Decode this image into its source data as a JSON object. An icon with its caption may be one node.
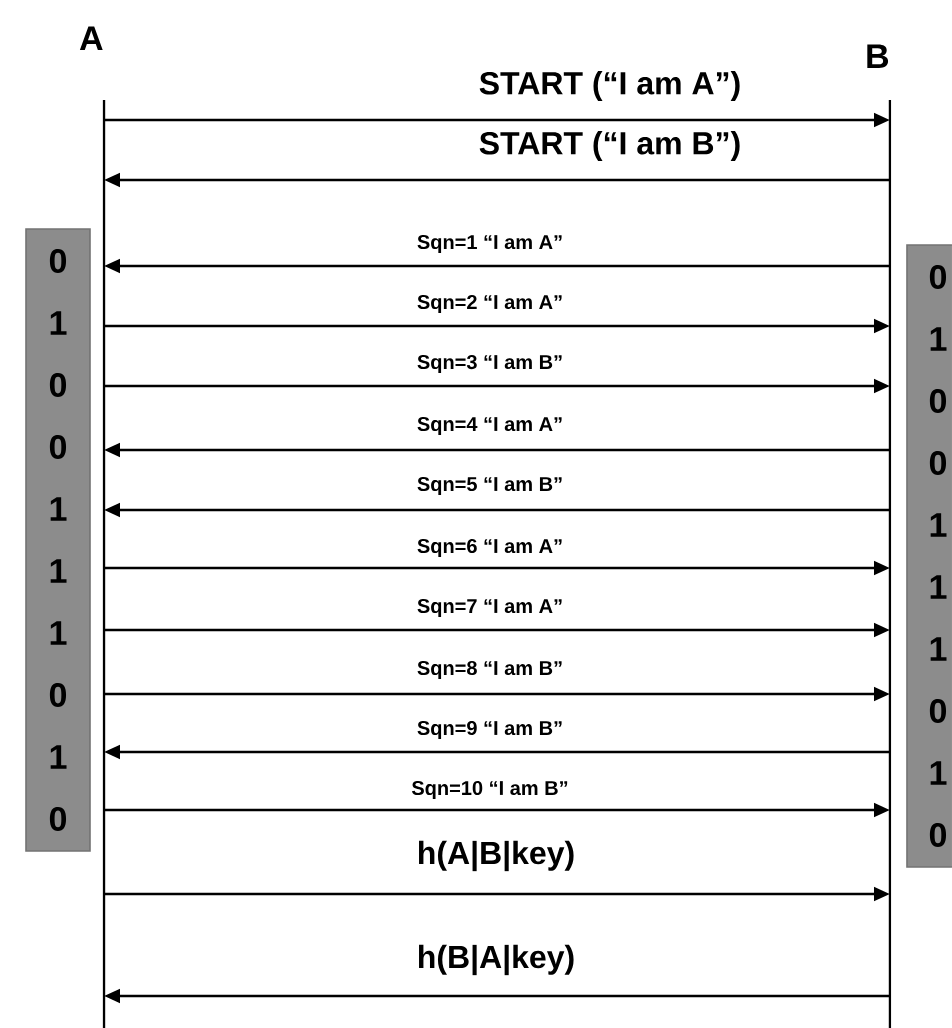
{
  "diagram": {
    "nodes": [
      {
        "text": [
          "A"
        ]
      },
      {
        "text": [
          "B"
        ]
      },
      {
        "text": [
          "0 1 0 0 1 1 1 0 1 0"
        ]
      },
      {
        "text": [
          "0 1 0 0 1 1 1 0 1 0"
        ]
      }
    ],
    "edges": [
      {
        "from": 0,
        "to": 1,
        "arrow": "to",
        "label": "START (“I am A”)"
      },
      {
        "from": 1,
        "to": 0,
        "arrow": "to",
        "label": "START (“I am B”)"
      },
      {
        "from": 1,
        "to": 0,
        "arrow": "to",
        "label": "Sqn=1 “I am A”"
      },
      {
        "from": 0,
        "to": 1,
        "arrow": "to",
        "label": "Sqn=2 “I am A”"
      },
      {
        "from": 0,
        "to": 1,
        "arrow": "to",
        "label": "Sqn=3 “I am B”"
      },
      {
        "from": 1,
        "to": 0,
        "arrow": "to",
        "label": "Sqn=4 “I am A”"
      },
      {
        "from": 1,
        "to": 0,
        "arrow": "to",
        "label": "Sqn=5 “I am B”"
      },
      {
        "from": 0,
        "to": 1,
        "arrow": "to",
        "label": "Sqn=6 “I am A”"
      },
      {
        "from": 0,
        "to": 1,
        "arrow": "to",
        "label": "Sqn=7 “I am A”"
      },
      {
        "from": 0,
        "to": 1,
        "arrow": "to",
        "label": "Sqn=8 “I am B”"
      },
      {
        "from": 1,
        "to": 0,
        "arrow": "to",
        "label": "Sqn=9 “I am B”"
      },
      {
        "from": 0,
        "to": 1,
        "arrow": "to",
        "label": "Sqn=10 “I am B”"
      },
      {
        "from": 0,
        "to": 1,
        "arrow": "to",
        "label": "h(A|B|key)"
      },
      {
        "from": 1,
        "to": 0,
        "arrow": "to",
        "label": "h(B|A|key)"
      }
    ]
  }
}
